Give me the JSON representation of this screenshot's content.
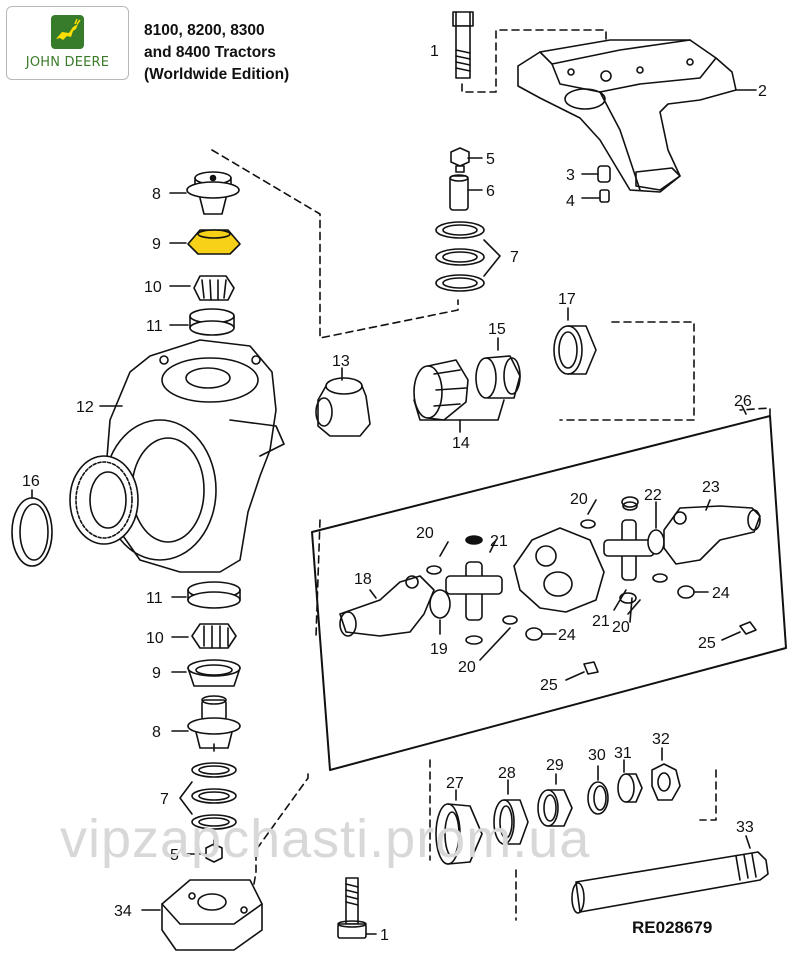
{
  "logo": {
    "brand": "JOHN DEERE"
  },
  "title": {
    "line1": "8100, 8200, 8300",
    "line2": "and 8400 Tractors",
    "line3": "(Worldwide Edition)"
  },
  "reference": "RE028679",
  "watermark": "vipzapchasti.prom.ua",
  "colors": {
    "highlight": "#f7d117",
    "brand_green": "#367c2b",
    "brand_yellow": "#ffde00"
  },
  "callouts": [
    {
      "id": "c-1-top",
      "text": "1"
    },
    {
      "id": "c-2",
      "text": "2"
    },
    {
      "id": "c-3",
      "text": "3"
    },
    {
      "id": "c-4",
      "text": "4"
    },
    {
      "id": "c-5-top",
      "text": "5"
    },
    {
      "id": "c-6",
      "text": "6"
    },
    {
      "id": "c-7-top",
      "text": "7"
    },
    {
      "id": "c-8-top",
      "text": "8"
    },
    {
      "id": "c-9-top",
      "text": "9"
    },
    {
      "id": "c-10-top",
      "text": "10"
    },
    {
      "id": "c-11-top",
      "text": "11"
    },
    {
      "id": "c-12",
      "text": "12"
    },
    {
      "id": "c-13",
      "text": "13"
    },
    {
      "id": "c-14",
      "text": "14"
    },
    {
      "id": "c-15",
      "text": "15"
    },
    {
      "id": "c-16",
      "text": "16"
    },
    {
      "id": "c-17",
      "text": "17"
    },
    {
      "id": "c-26",
      "text": "26"
    },
    {
      "id": "c-20-a",
      "text": "20"
    },
    {
      "id": "c-22",
      "text": "22"
    },
    {
      "id": "c-23",
      "text": "23"
    },
    {
      "id": "c-20-b",
      "text": "20"
    },
    {
      "id": "c-21-a",
      "text": "21"
    },
    {
      "id": "c-18",
      "text": "18"
    },
    {
      "id": "c-24-a",
      "text": "24"
    },
    {
      "id": "c-21-b",
      "text": "21"
    },
    {
      "id": "c-20-c",
      "text": "20"
    },
    {
      "id": "c-19",
      "text": "19"
    },
    {
      "id": "c-24-b",
      "text": "24"
    },
    {
      "id": "c-20-d",
      "text": "20"
    },
    {
      "id": "c-25-a",
      "text": "25"
    },
    {
      "id": "c-25-b",
      "text": "25"
    },
    {
      "id": "c-11-bot",
      "text": "11"
    },
    {
      "id": "c-10-bot",
      "text": "10"
    },
    {
      "id": "c-9-bot",
      "text": "9"
    },
    {
      "id": "c-8-bot",
      "text": "8"
    },
    {
      "id": "c-7-bot",
      "text": "7"
    },
    {
      "id": "c-5-bot",
      "text": "5"
    },
    {
      "id": "c-34",
      "text": "34"
    },
    {
      "id": "c-1-bot",
      "text": "1"
    },
    {
      "id": "c-27",
      "text": "27"
    },
    {
      "id": "c-28",
      "text": "28"
    },
    {
      "id": "c-29",
      "text": "29"
    },
    {
      "id": "c-30",
      "text": "30"
    },
    {
      "id": "c-31",
      "text": "31"
    },
    {
      "id": "c-32",
      "text": "32"
    },
    {
      "id": "c-33",
      "text": "33"
    }
  ]
}
